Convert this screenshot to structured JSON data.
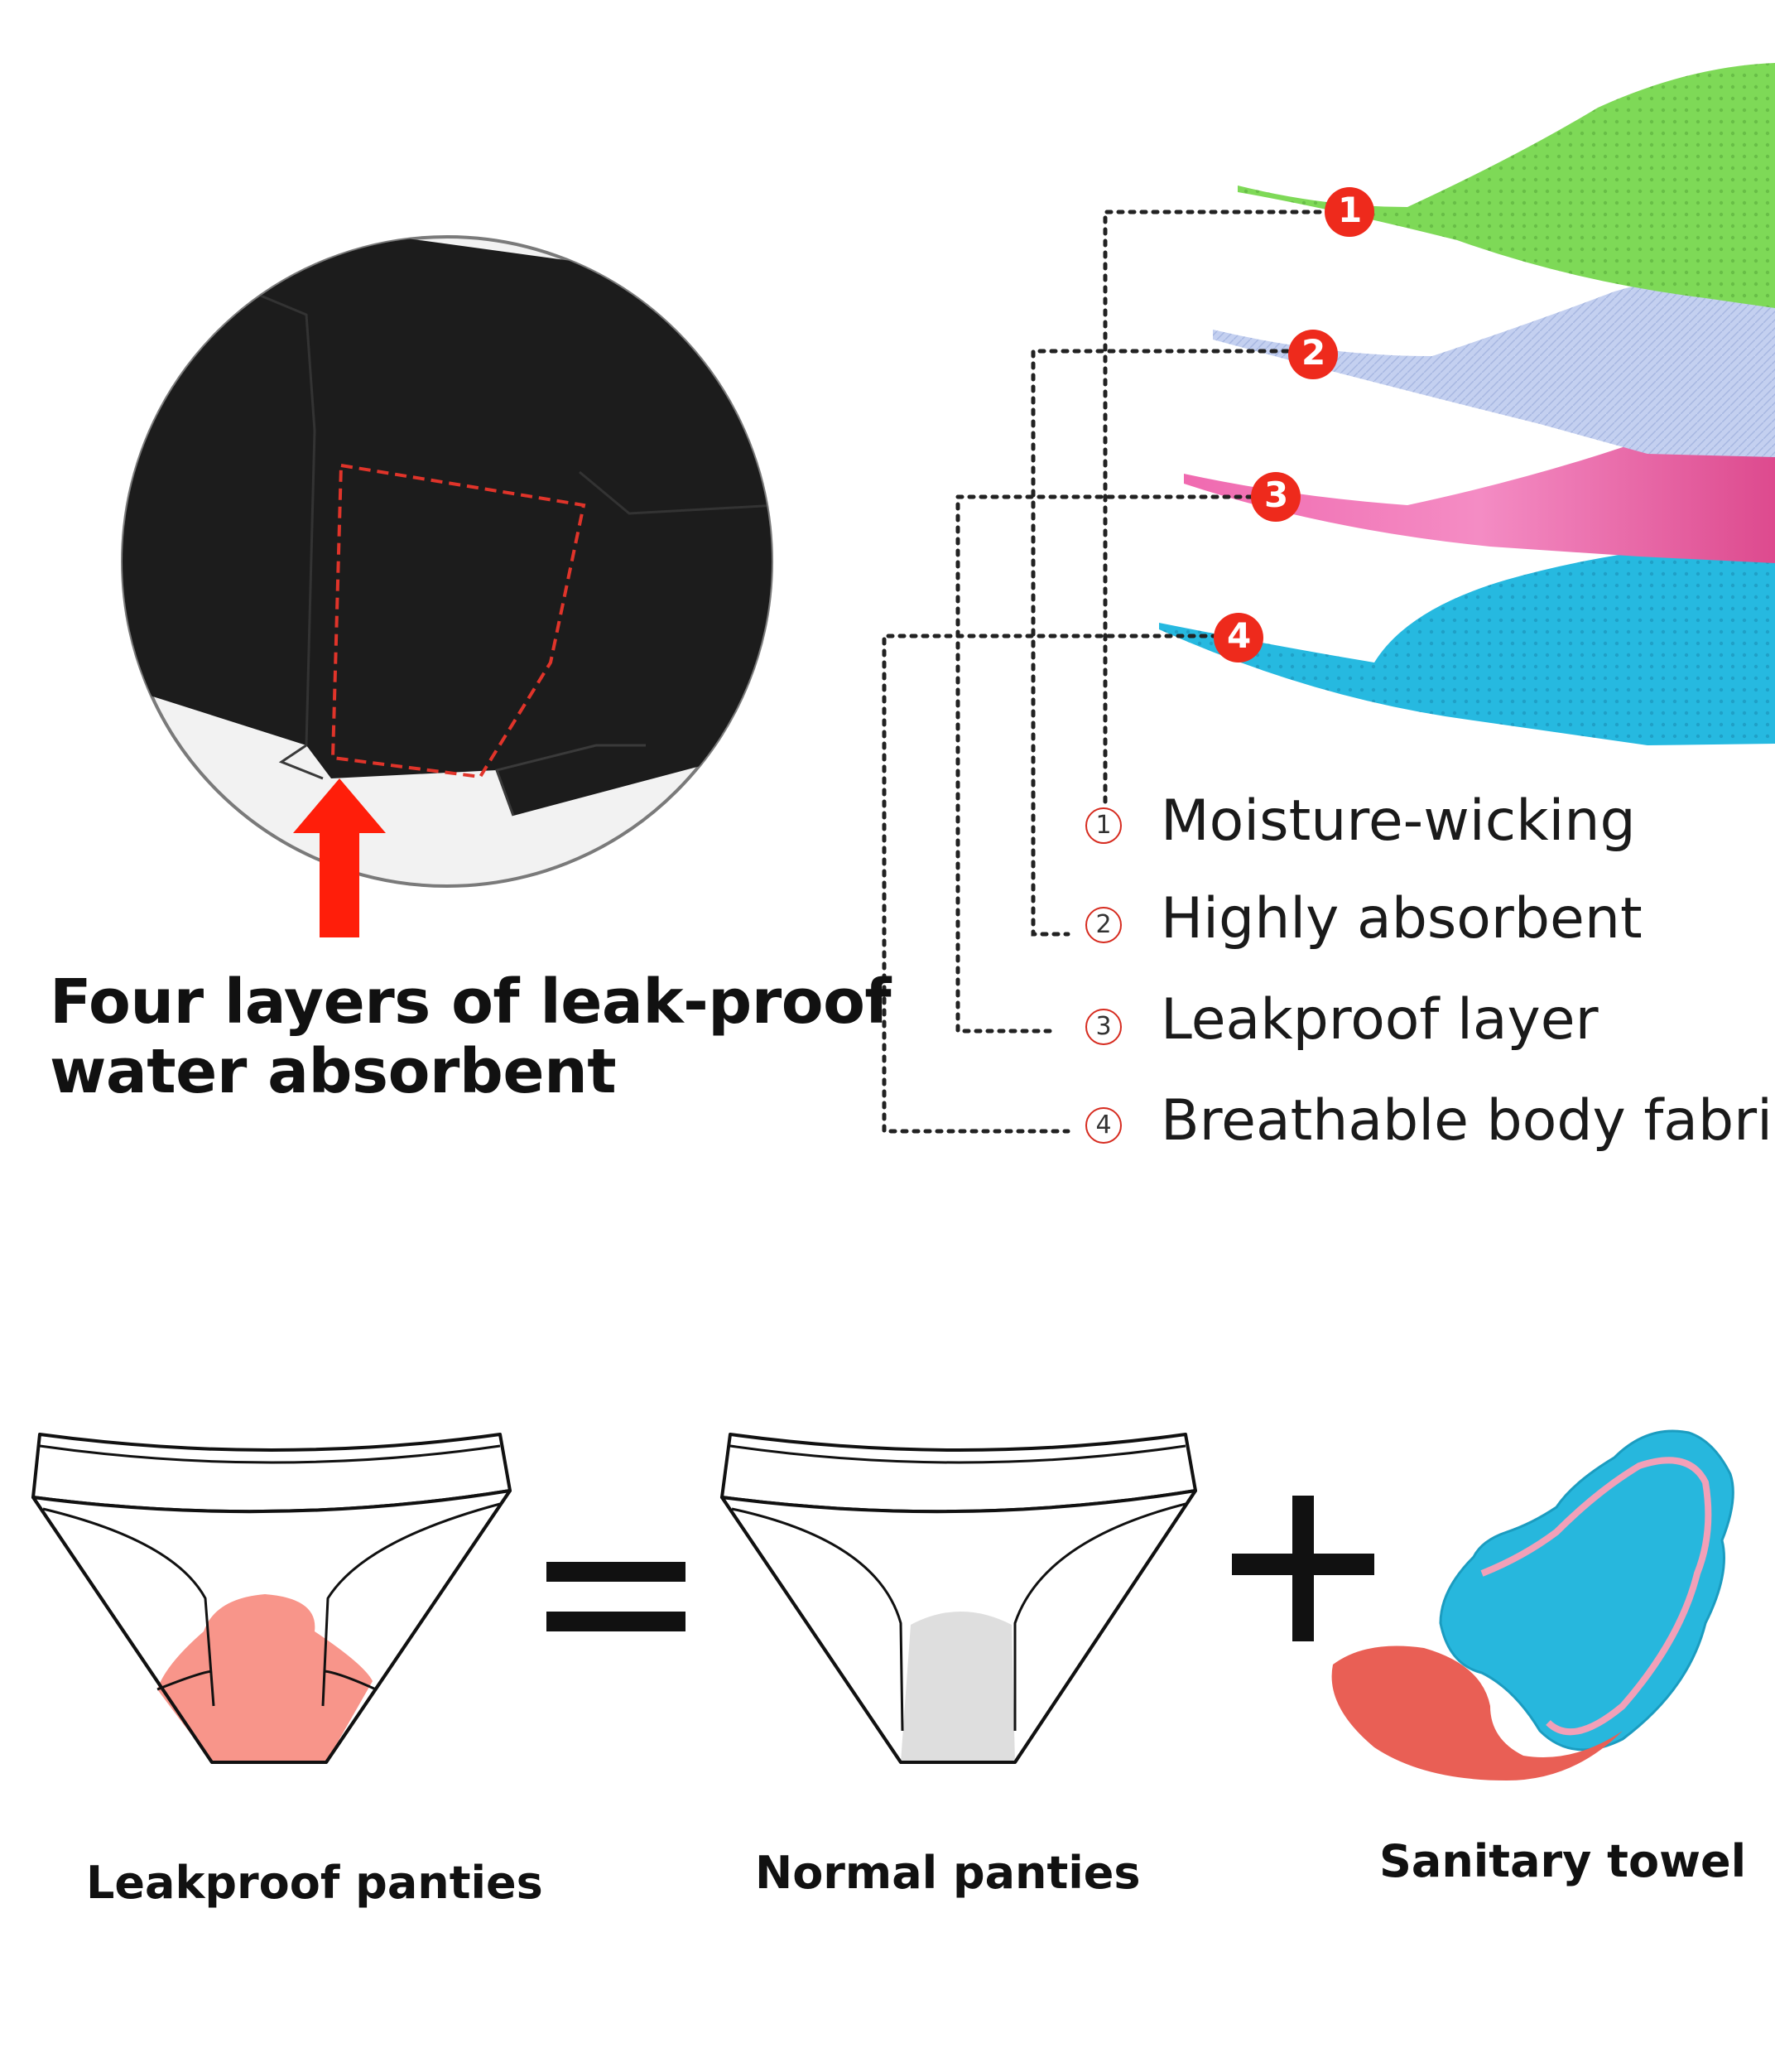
{
  "headline": {
    "line1": "Four layers of leak-proof",
    "line2": "water absorbent"
  },
  "layers": [
    {
      "number": "1",
      "label": "Moisture-wicking",
      "color": "#7ed957"
    },
    {
      "number": "2",
      "label": "Highly absorbent",
      "color": "#b9c8ee"
    },
    {
      "number": "3",
      "label": "Leakproof layer",
      "color": "#e9559a"
    },
    {
      "number": "4",
      "label": "Breathable body fabric",
      "color": "#26b9e0"
    }
  ],
  "equation": {
    "equals_symbol": "=",
    "plus_symbol": "+",
    "items": [
      {
        "caption": "Leakproof panties",
        "color": "#f8958a"
      },
      {
        "caption": "Normal panties",
        "color": "#dedede"
      },
      {
        "caption": "Sanitary towel",
        "color": "#e95f55"
      }
    ]
  },
  "colors": {
    "badge": "#ee2a1c",
    "arrow": "#ff1e0a",
    "fabric": "#1e1e1e"
  }
}
